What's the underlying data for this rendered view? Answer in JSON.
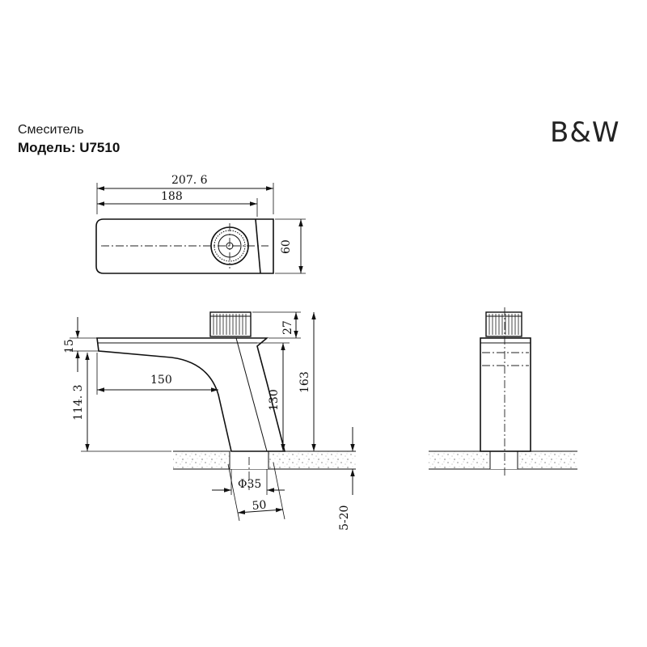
{
  "title": {
    "product": "Смеситель",
    "model": "Модель: U7510"
  },
  "brand": {
    "logo_text": "B&W"
  },
  "dimensions": {
    "overall_length": "207. 6",
    "spout_length_top": "188",
    "top_width": "60",
    "handle_height": "27",
    "spout_thickness": "15",
    "spout_reach": "150",
    "spout_height": "114. 3",
    "body_height": "130",
    "total_height": "163",
    "base_diameter": "Φ35",
    "base_depth": "50",
    "countertop_thickness": "5-20"
  },
  "colors": {
    "line": "#111111",
    "stone": "#9a9a9a"
  }
}
